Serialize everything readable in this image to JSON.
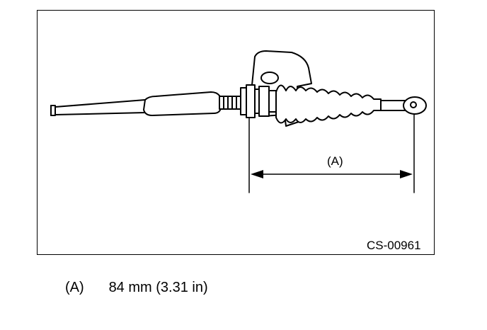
{
  "figure": {
    "dimension_label": "(A)",
    "figure_code": "CS-00961"
  },
  "legend": {
    "key": "(A)",
    "value": "84 mm (3.31 in)"
  }
}
